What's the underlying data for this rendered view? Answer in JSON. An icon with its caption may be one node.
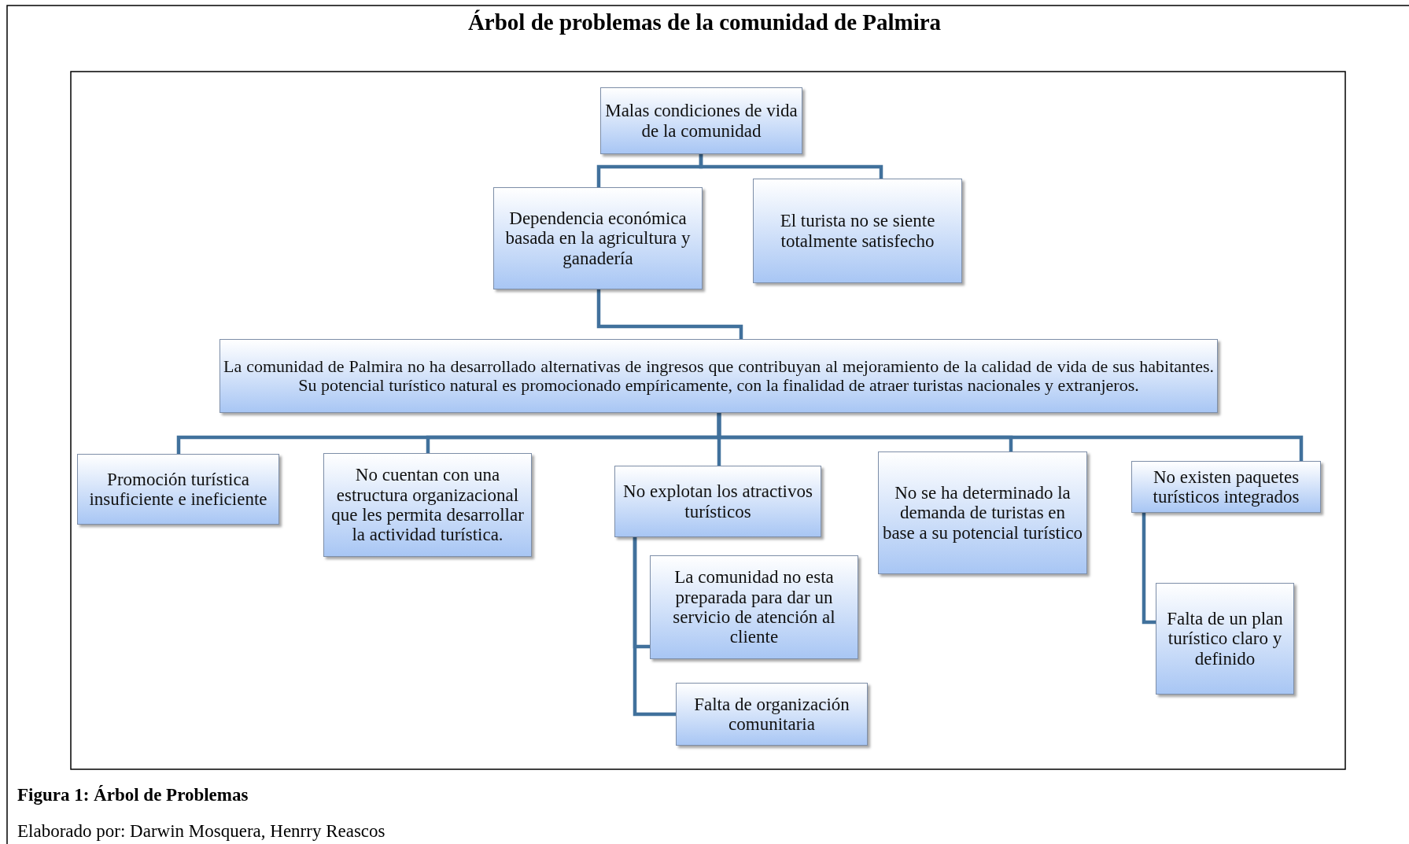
{
  "diagram": {
    "title": "Árbol de problemas de la comunidad de Palmira",
    "caption": "Figura 1: Árbol de Problemas",
    "nodes": [
      {
        "text": [
          "Malas condiciones de vida de la comunidad"
        ]
      },
      {
        "text": [
          "Dependencia económica basada en la agricultura y ganadería"
        ]
      },
      {
        "text": [
          "El turista no se siente totalmente satisfecho"
        ]
      },
      {
        "text": [
          "La comunidad de Palmira no ha desarrollado alternativas de ingresos que contribuyan al mejoramiento de la calidad de vida de sus habitantes. Su potencial turístico natural es promocionado empíricamente, con la finalidad de atraer turistas nacionales y extranjeros."
        ]
      },
      {
        "text": [
          "Promoción turística insuficiente e ineficiente"
        ]
      },
      {
        "text": [
          "No cuentan con una estructura organizacional que les permita desarrollar la actividad turística."
        ]
      },
      {
        "text": [
          "No explotan los atractivos turísticos"
        ]
      },
      {
        "text": [
          "No se ha determinado la demanda de turistas en base a su potencial turístico"
        ]
      },
      {
        "text": [
          "No existen paquetes turísticos integrados"
        ]
      },
      {
        "text": [
          "La comunidad no esta preparada para dar un servicio de atención al cliente"
        ]
      },
      {
        "text": [
          "Falta de organización comunitaria"
        ]
      },
      {
        "text": [
          "Falta de un plan turístico claro y definido"
        ]
      }
    ],
    "edges": [
      {
        "from": 0,
        "to": 1,
        "arrow": "none"
      },
      {
        "from": 0,
        "to": 2,
        "arrow": "none"
      },
      {
        "from": 1,
        "to": 3,
        "arrow": "none"
      },
      {
        "from": 3,
        "to": 4,
        "arrow": "none"
      },
      {
        "from": 3,
        "to": 5,
        "arrow": "none"
      },
      {
        "from": 3,
        "to": 6,
        "arrow": "none"
      },
      {
        "from": 3,
        "to": 7,
        "arrow": "none"
      },
      {
        "from": 3,
        "to": 8,
        "arrow": "none"
      },
      {
        "from": 6,
        "to": 9,
        "arrow": "none"
      },
      {
        "from": 6,
        "to": 10,
        "arrow": "none"
      },
      {
        "from": 8,
        "to": 11,
        "arrow": "none"
      }
    ],
    "labels": [
      "Elaborado por: Darwin Mosquera, Henrry Reascos"
    ]
  }
}
